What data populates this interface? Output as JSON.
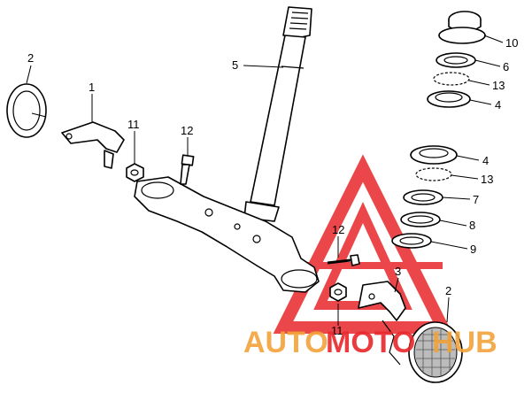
{
  "diagram": {
    "callouts": [
      "1",
      "2",
      "3",
      "4",
      "5",
      "6",
      "7",
      "8",
      "9",
      "10",
      "11",
      "12",
      "13"
    ],
    "labels": {
      "c10": "10",
      "c6": "6",
      "c13a": "13",
      "c4a": "4",
      "c5": "5",
      "c2a": "2",
      "c1": "1",
      "c11a": "11",
      "c12a": "12",
      "c4b": "4",
      "c13b": "13",
      "c7": "7",
      "c8": "8",
      "c9": "9",
      "c12b": "12",
      "c3": "3",
      "c2b": "2",
      "c11b": "11"
    }
  },
  "watermark": {
    "text_auto": "AUTO",
    "text_moto": "MOTO",
    "text_hub": "HUB",
    "color": "#e8282b",
    "color_auto": "#f2a33a"
  }
}
